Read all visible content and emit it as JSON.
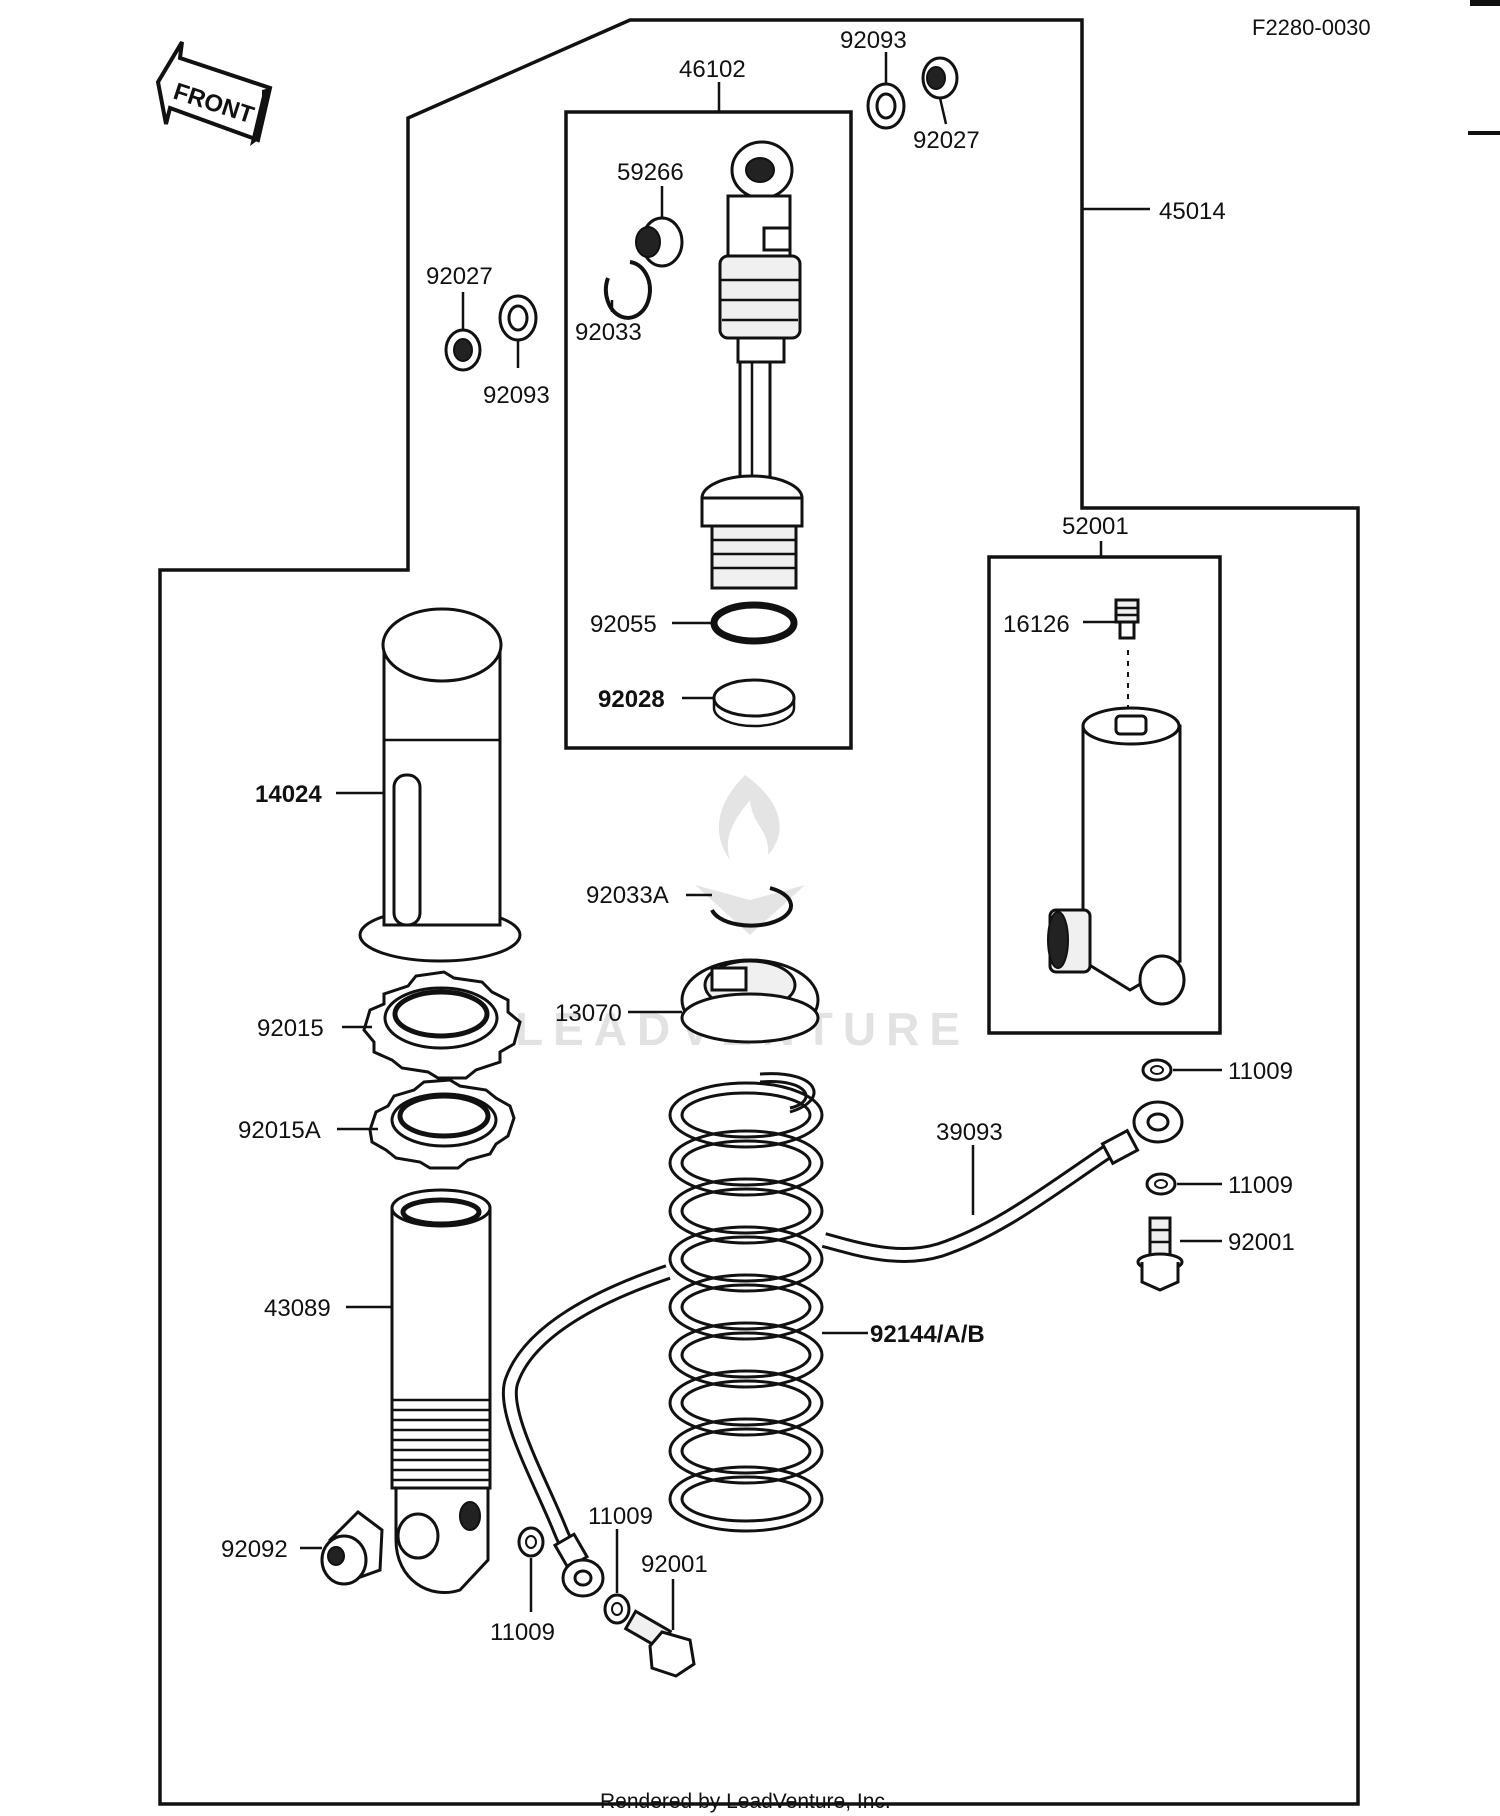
{
  "diagram": {
    "figure_code": "F2280-0030",
    "front_label": "FRONT",
    "footer": "Rendered by LeadVenture, Inc.",
    "watermark": "LEADVENTURE"
  },
  "parts": {
    "p45014": "45014",
    "p46102": "46102",
    "p92093_top": "92093",
    "p92027_top": "92027",
    "p59266": "59266",
    "p92027_left": "92027",
    "p92033": "92033",
    "p92093_left": "92093",
    "p92055": "92055",
    "p92028": "92028",
    "p52001": "52001",
    "p16126": "16126",
    "p14024": "14024",
    "p92033A": "92033A",
    "p92015": "92015",
    "p13070": "13070",
    "p92015A": "92015A",
    "p11009_a": "11009",
    "p39093": "39093",
    "p11009_b": "11009",
    "p92001_right": "92001",
    "p43089": "43089",
    "p92144": "92144/A/B",
    "p11009_c": "11009",
    "p92001_bottom": "92001",
    "p92092": "92092",
    "p11009_d": "11009"
  }
}
